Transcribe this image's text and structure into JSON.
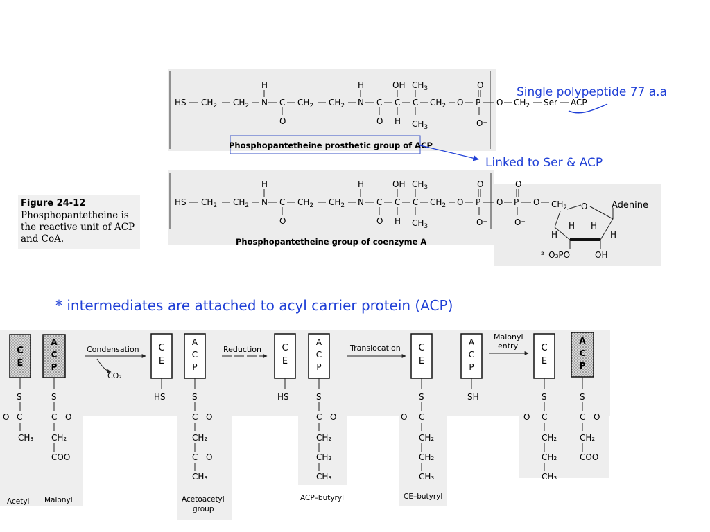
{
  "annotations": {
    "single_polypeptide": "Single polypeptide 77 a.a",
    "linked_to": "Linked to Ser & ACP",
    "intermediates": "* intermediates are attached to acyl carrier protein (ACP)"
  },
  "figure": {
    "number": "Figure 24-12",
    "caption_line1": "Phosphopantetheine is",
    "caption_line2": "the reactive unit of ACP",
    "caption_line3": "and CoA.",
    "prosthetic_label": "Phosphopantetheine prosthetic group of ACP",
    "coenzyme_label": "Phosphopantetheine group of coenzyme A"
  },
  "chem_top": {
    "HS": "HS",
    "CH2": "CH2",
    "N": "N",
    "H": "H",
    "C": "C",
    "O": "O",
    "OH": "OH",
    "CH3": "CH3",
    "P": "P",
    "Ominus": "O⁻",
    "Ser": "Ser",
    "ACP": "ACP"
  },
  "chem_bottom": {
    "adenine": "Adenine",
    "phosphate": "²⁻O₃PO",
    "OH": "OH"
  },
  "scheme": {
    "CE": "C E",
    "ACP": "A C P",
    "steps": {
      "condensation": "Condensation",
      "co2": "CO₂",
      "reduction": "Reduction",
      "translocation": "Translocation",
      "malonyl_entry_1": "Malonyl",
      "malonyl_entry_2": "entry"
    },
    "labels": {
      "acetyl": "Acetyl",
      "malonyl": "Malonyl",
      "acetoacetyl_1": "Acetoacetyl",
      "acetoacetyl_2": "group",
      "acp_butyryl": "ACP–butyryl",
      "ce_butyryl": "CE–butyryl"
    },
    "groups": {
      "S": "S",
      "HS": "HS",
      "SH": "SH",
      "C": "C",
      "O": "O",
      "CH3": "CH₃",
      "CH2": "CH₂",
      "COO": "COO⁻"
    }
  },
  "colors": {
    "annotation": "#1f3fd6",
    "panel": "#ebebeb",
    "box_border": "#3a53c7"
  }
}
